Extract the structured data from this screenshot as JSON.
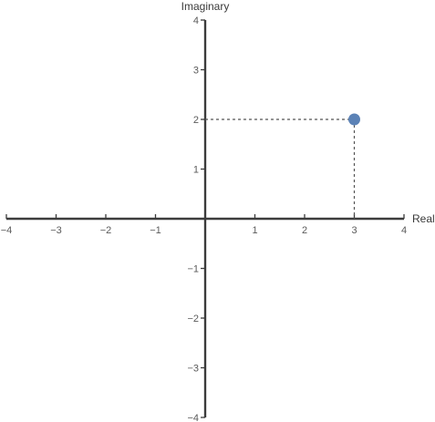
{
  "chart_data": {
    "type": "scatter",
    "xlabel": "Real",
    "ylabel": "Imaginary",
    "xlim": [
      -4,
      4
    ],
    "ylim": [
      -4,
      4
    ],
    "xticks": [
      -4,
      -3,
      -2,
      -1,
      1,
      2,
      3,
      4
    ],
    "yticks": [
      -4,
      -3,
      -2,
      -1,
      1,
      2,
      3,
      4
    ],
    "xtick_labels": [
      "−4",
      "−3",
      "−2",
      "−1",
      "1",
      "2",
      "3",
      "4"
    ],
    "ytick_labels": [
      "−4",
      "−3",
      "−2",
      "−1",
      "1",
      "2",
      "3",
      "4"
    ],
    "grid": false,
    "points": [
      {
        "x": 3,
        "y": 2
      }
    ],
    "guide_lines": "dashed projections from the point to both axes",
    "colors": {
      "point": "#5b82b6",
      "axis": "#3c3c3c",
      "guide": "#555555"
    }
  }
}
